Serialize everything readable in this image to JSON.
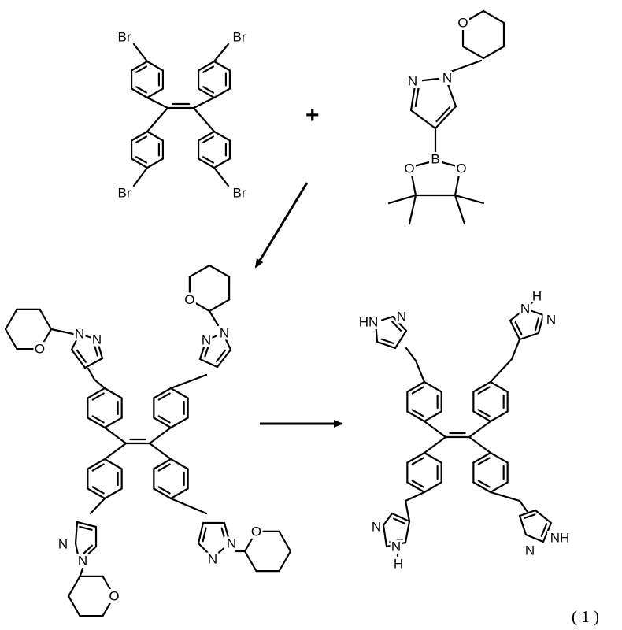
{
  "plus_sign": "+",
  "equation_number": "( 1 )",
  "labels": {
    "bromine": "Br",
    "oxygen": "O",
    "nitrogen": "N",
    "boron": "B",
    "nh": "NH",
    "hn": "HN",
    "n_h_vertical": "H"
  },
  "molecules": [
    {
      "role": "reactant",
      "description_name": "tetrakis(4-bromophenyl)ethylene"
    },
    {
      "role": "reactant",
      "description_name": "1-(tetrahydropyran-2-yl)-4-(pinacolboronate)pyrazole"
    },
    {
      "role": "intermediate",
      "description_name": "THP-protected tetrapyrazolyl-phenylethylene"
    },
    {
      "role": "product",
      "description_name": "tetrakis(4-(1H-pyrazol-4-yl)phenyl)ethylene"
    }
  ]
}
